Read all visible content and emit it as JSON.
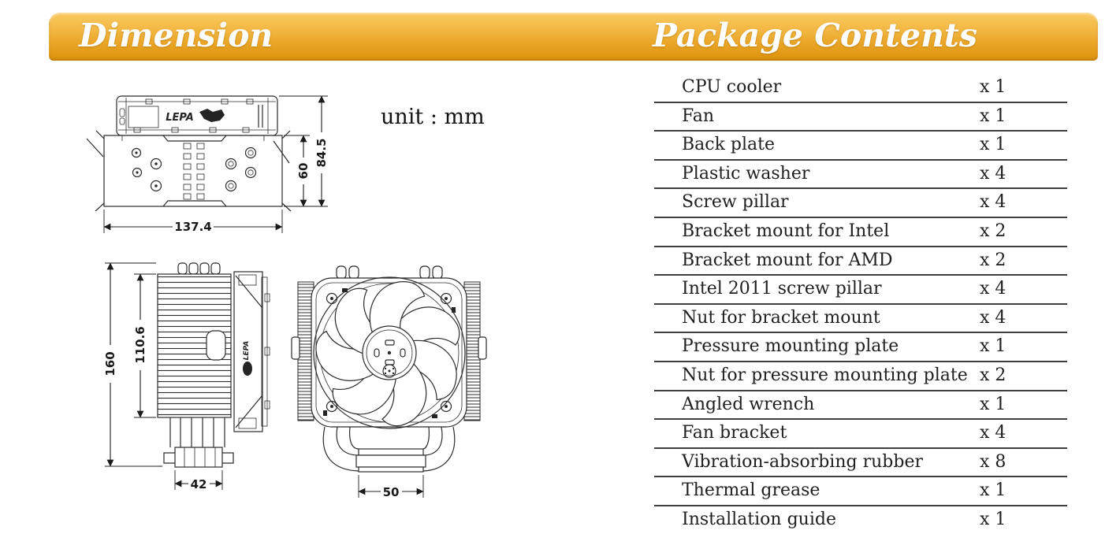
{
  "header": {
    "left_title": "Dimension",
    "right_title": "Package Contents",
    "accent_top": "#f9ca62",
    "accent_bottom": "#dd930c",
    "title_color": "#ffffff"
  },
  "dimension_section": {
    "unit_label": "unit : mm",
    "logo_text": "LEPA",
    "dimensions": {
      "top_view_width": "137.4",
      "top_view_plate_height": "60",
      "top_view_total_height": "84.5",
      "side_view_total_height": "160",
      "side_view_fin_height": "110.6",
      "side_view_base_width": "42",
      "front_view_base_width": "50"
    }
  },
  "package_contents": {
    "items": [
      {
        "name": "CPU cooler",
        "qty": "x 1"
      },
      {
        "name": "Fan",
        "qty": "x 1"
      },
      {
        "name": "Back plate",
        "qty": "x 1"
      },
      {
        "name": "Plastic washer",
        "qty": "x 4"
      },
      {
        "name": "Screw pillar",
        "qty": "x 4"
      },
      {
        "name": "Bracket mount for Intel",
        "qty": "x 2"
      },
      {
        "name": "Bracket mount for AMD",
        "qty": "x 2"
      },
      {
        "name": "Intel 2011 screw pillar",
        "qty": "x 4"
      },
      {
        "name": "Nut for bracket mount",
        "qty": "x 4"
      },
      {
        "name": "Pressure mounting plate",
        "qty": "x 1"
      },
      {
        "name": "Nut for pressure mounting plate",
        "qty": "x 2"
      },
      {
        "name": "Angled wrench",
        "qty": "x 1"
      },
      {
        "name": "Fan bracket",
        "qty": "x 4"
      },
      {
        "name": "Vibration-absorbing rubber",
        "qty": "x 8"
      },
      {
        "name": "Thermal grease",
        "qty": "x 1"
      },
      {
        "name": "Installation guide",
        "qty": "x 1"
      }
    ]
  }
}
